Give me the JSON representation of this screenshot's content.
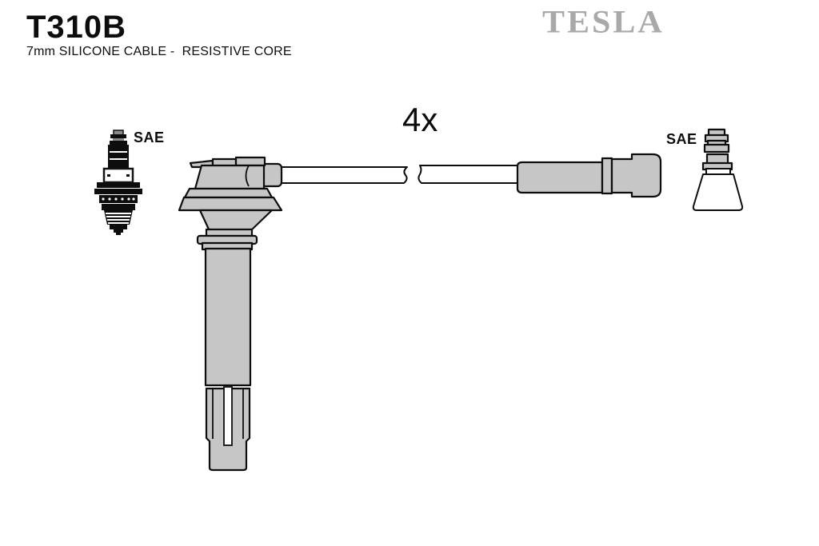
{
  "header": {
    "part_number": "T310B",
    "description": "7mm SILICONE CABLE -  RESISTIVE CORE",
    "brand": "TESLA"
  },
  "diagram": {
    "quantity": "4x",
    "labels": {
      "left_connector": "SAE",
      "right_connector": "SAE"
    },
    "parts": [
      "spark-plug",
      "coil-on-plug-boot",
      "ignition-cable-with-break",
      "distributor-end-boot",
      "sae-terminal-with-boot"
    ],
    "colors": {
      "part_fill": "#c6c6c6",
      "outline": "#0d0d0d",
      "brand_gray": "#a9a9a9"
    }
  }
}
